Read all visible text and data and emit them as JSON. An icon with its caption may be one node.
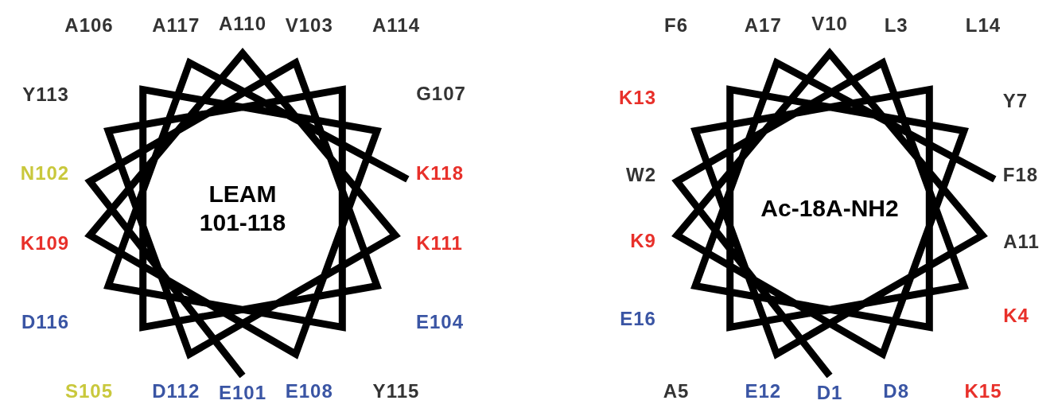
{
  "diagram": {
    "nodes": [
      {
        "text": [
          "LEAM 101-118"
        ],
        "beside": [
          "A117",
          "A110",
          "V103",
          "A106",
          "A114",
          "Y113",
          "G107",
          "N102",
          "K118",
          "K109",
          "K111",
          "D116",
          "E104",
          "S105",
          "Y115",
          "D112",
          "E108",
          "E101"
        ]
      },
      {
        "text": [
          "Ac-18A-NH2"
        ],
        "beside": [
          "A17",
          "V10",
          "L3",
          "F6",
          "L14",
          "K13",
          "Y7",
          "W2",
          "F18",
          "K9",
          "A11",
          "E16",
          "K4",
          "A5",
          "K15",
          "E12",
          "D1",
          "D8"
        ]
      }
    ],
    "edges": []
  }
}
